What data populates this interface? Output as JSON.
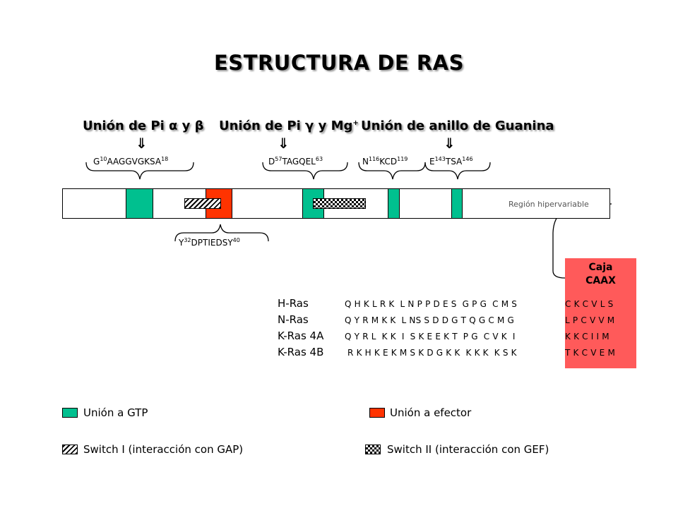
{
  "title": "ESTRUCTURA DE RAS",
  "headers": {
    "h1": "Unión de Pi α y β",
    "h2_prefix": "Unión de Pi γ y Mg",
    "h2_sup": "+",
    "h3": "Unión de anillo de Guanina",
    "arrow": "⇓"
  },
  "motifs": {
    "m1": {
      "a": "G",
      "n1": "10",
      "b": "AAGGVGKSA",
      "n2": "18"
    },
    "m2": {
      "a": "D",
      "n1": "57",
      "b": "TAGQEL",
      "n2": "63"
    },
    "m3": {
      "a": "N",
      "n1": "116",
      "b": "KCD",
      "n2": "119"
    },
    "m4": {
      "a": "E",
      "n1": "143",
      "b": "TSA",
      "n2": "146"
    },
    "m5": {
      "a": "Y",
      "n1": "32",
      "b": "DPTIEDSY",
      "n2": "40"
    }
  },
  "region_label": "Región hipervariable",
  "caax": {
    "line1": "Caja",
    "line2": "CAAX"
  },
  "sequences": [
    {
      "name": "H-Ras",
      "seq": "Q H K L R K  L N P P D E S  G P G  C M S",
      "caax": "C K C V L S"
    },
    {
      "name": "N-Ras",
      "seq": "Q Y R M K K  L NS S D D G T Q G C M G",
      "caax": "L P C V V M"
    },
    {
      "name": "K-Ras 4A",
      "seq": "Q Y R L  K K  I  S K E E K T  P G  C V K  I",
      "caax": "K K C I I M"
    },
    {
      "name": "K-Ras 4B",
      "seq": " R K H K E K M S K D G K K  K K K  K S K",
      "caax": "T K C V E M"
    }
  ],
  "legend": {
    "gtp": "Unión a GTP",
    "effector": "Unión a efector",
    "switch1": "Switch I (interacción con GAP)",
    "switch2": "Switch II (interacción con GEF)"
  },
  "colors": {
    "gtp_green": "#00c08f",
    "effector_red": "#ff3300",
    "caax_box": "#ff5a5a"
  }
}
